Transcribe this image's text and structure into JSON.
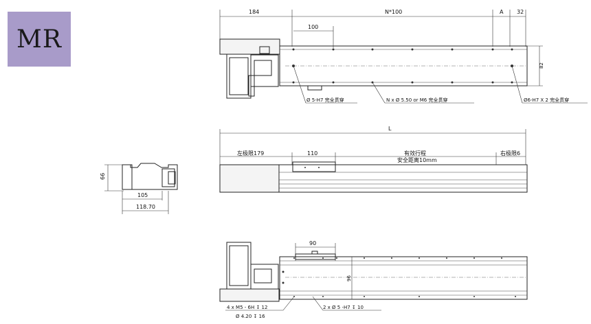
{
  "logo": {
    "text": "MR"
  },
  "top_view": {
    "dim_184": "184",
    "dim_n100": "N*100",
    "dim_a": "A",
    "dim_32": "32",
    "dim_100": "100",
    "dim_82": "82",
    "note_left": "Ø 5-H7 完全贯穿",
    "note_mid": "N x Ø 5.50 or M6 完全贯穿",
    "note_right": "Ø6-H7 X 2 完全贯穿"
  },
  "side_view": {
    "dim_l": "L",
    "dim_left_limit": "左极限179",
    "dim_110": "110",
    "effective_stroke": "有效行程",
    "safety_distance": "安全距离10mm",
    "right_limit": "右极限6"
  },
  "end_view": {
    "dim_66": "66",
    "dim_105": "105",
    "dim_11870": "118.70"
  },
  "bottom_view": {
    "dim_90": "90",
    "dim_96": "96",
    "note_m5": "4 x  M5 - 6H ↧ 12",
    "note_phi42": "Ø 4.20 ↧ 16",
    "note_phi5": "2 x  Ø 5 -H7 ↧ 10"
  }
}
